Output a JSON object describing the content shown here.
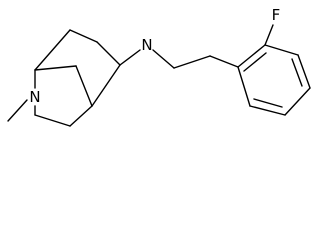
{
  "atoms": {
    "amine_nitrogen": "N",
    "bridge_nitrogen": "N",
    "fluorine": "F"
  }
}
